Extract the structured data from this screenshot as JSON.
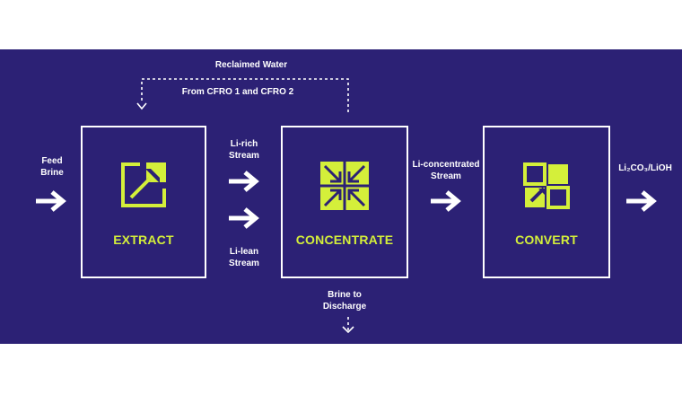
{
  "colors": {
    "background": "#2c2175",
    "accent": "#d4ef3a",
    "line": "#ffffff"
  },
  "recycle": {
    "line1": "Reclaimed Water",
    "line2": "From CFRO 1 and CFRO 2"
  },
  "input": {
    "line1": "Feed",
    "line2": "Brine"
  },
  "stages": [
    {
      "title": "EXTRACT",
      "icon": "expand-arrow-icon"
    },
    {
      "title": "CONCENTRATE",
      "icon": "compress-arrows-icon"
    },
    {
      "title": "CONVERT",
      "icon": "convert-squares-icon"
    }
  ],
  "streams": {
    "rich_line1": "Li-rich",
    "rich_line2": "Stream",
    "lean_line1": "Li-lean",
    "lean_line2": "Stream",
    "conc_line1": "Li-concentrated",
    "conc_line2": "Stream"
  },
  "discharge": {
    "line1": "Brine to",
    "line2": "Discharge"
  },
  "output": {
    "text": "Li₂CO₃/LiOH"
  }
}
